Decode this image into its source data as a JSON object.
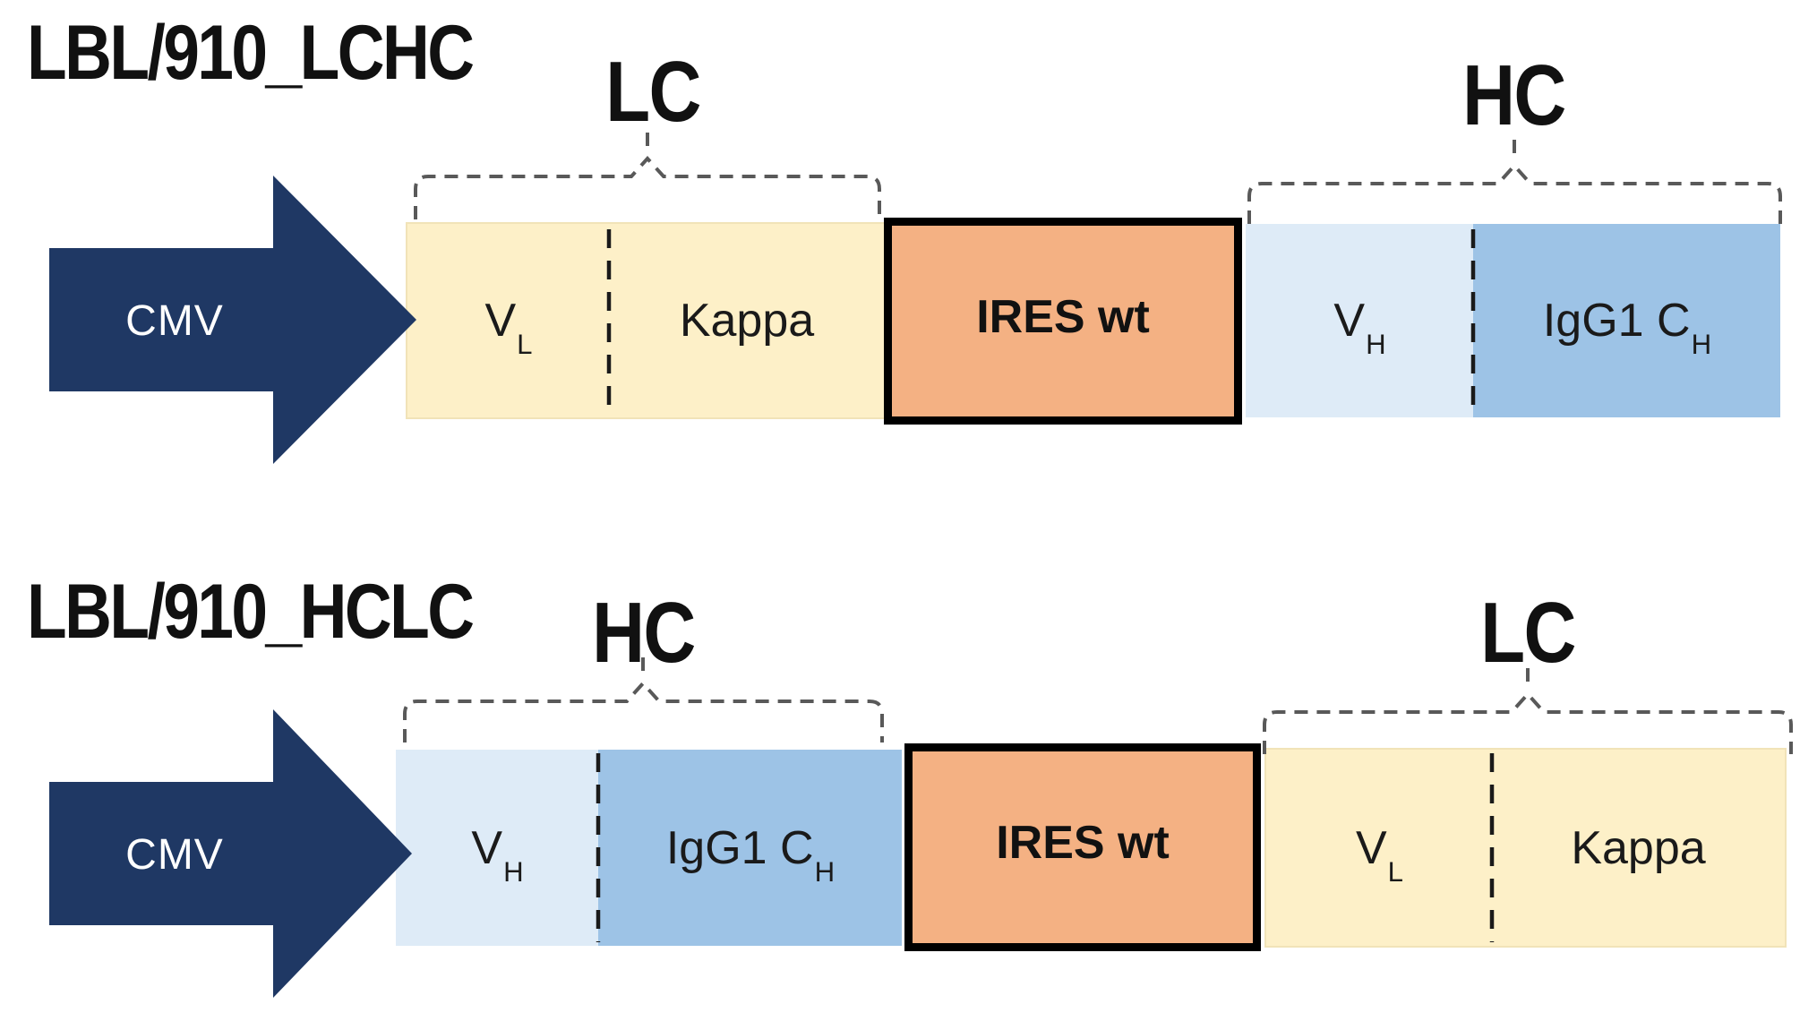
{
  "constructs": [
    {
      "title": "LBL/910_LCHC",
      "promoter": "CMV",
      "chain_labels": [
        {
          "text": "LC"
        },
        {
          "text": "HC"
        }
      ],
      "segments": [
        {
          "id": "variable-light",
          "label": "V",
          "sub": "L"
        },
        {
          "id": "kappa-constant",
          "label": "Kappa"
        },
        {
          "id": "ires",
          "label": "IRES wt"
        },
        {
          "id": "variable-heavy",
          "label": "V",
          "sub": "H"
        },
        {
          "id": "igg1-constant-heavy",
          "label": "IgG1 C",
          "sub": "H"
        }
      ]
    },
    {
      "title": "LBL/910_HCLC",
      "promoter": "CMV",
      "chain_labels": [
        {
          "text": "HC"
        },
        {
          "text": "LC"
        }
      ],
      "segments": [
        {
          "id": "variable-heavy",
          "label": "V",
          "sub": "H"
        },
        {
          "id": "igg1-constant-heavy",
          "label": "IgG1 C",
          "sub": "H"
        },
        {
          "id": "ires",
          "label": "IRES wt"
        },
        {
          "id": "variable-light",
          "label": "V",
          "sub": "L"
        },
        {
          "id": "kappa-constant",
          "label": "Kappa"
        }
      ]
    }
  ],
  "colors": {
    "promoter_arrow": "#1F3864",
    "light_chain_fill": "#FDF0C8",
    "variable_heavy_fill": "#DEEBF7",
    "constant_heavy_fill": "#9DC3E6",
    "ires_fill": "#F4B183",
    "ires_border": "#000000",
    "brace_dash": "#595959",
    "divider_dash": "#1a1a1a",
    "promoter_text": "#ffffff"
  }
}
